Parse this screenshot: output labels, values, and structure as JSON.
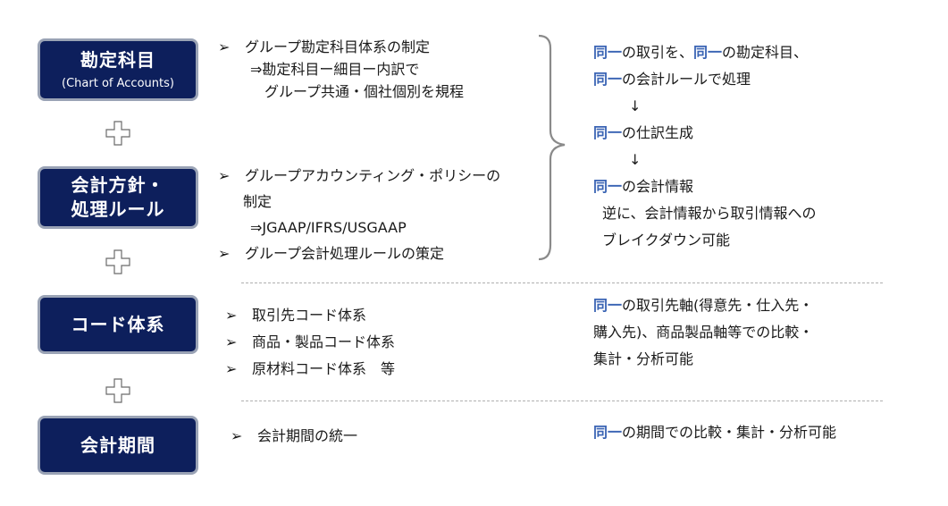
{
  "sections": [
    {
      "title": "勘定科目",
      "subtitle": "(Chart of Accounts)"
    },
    {
      "title": "会計方針・",
      "title2": "処理ルール"
    },
    {
      "title": "コード体系"
    },
    {
      "title": "会計期間"
    }
  ],
  "details": {
    "s1": {
      "b1": "グループ勘定科目体系の制定",
      "l2": "⇒勘定科目ー細目ー内訳で",
      "l3": "グループ共通・個社個別を規程"
    },
    "s2": {
      "b1a": "グループアカウンティング・ポリシーの",
      "b1b": "制定",
      "l2": "⇒JGAAP/IFRS/USGAAP",
      "b2": "グループ会計処理ルールの策定"
    },
    "s3": {
      "b1": "取引先コード体系",
      "b2": "商品・製品コード体系",
      "b3": "原材料コード体系　等"
    },
    "s4": {
      "b1": "会計期間の統一"
    }
  },
  "right": {
    "same": "同一",
    "r1a": "の取引を、",
    "r1b": "の勘定科目、",
    "r2": "の会計ルールで処理",
    "arrow": "↓",
    "r3": "の仕訳生成",
    "r4": "の会計情報",
    "r5": "逆に、会計情報から取引情報への",
    "r6": "ブレイクダウン可能",
    "r7": "の取引先軸(得意先・仕入先・",
    "r8": "購入先)、商品製品軸等での比較・",
    "r9": "集計・分析可能",
    "r10": "の期間での比較・集計・分析可能"
  },
  "marker": "➢"
}
